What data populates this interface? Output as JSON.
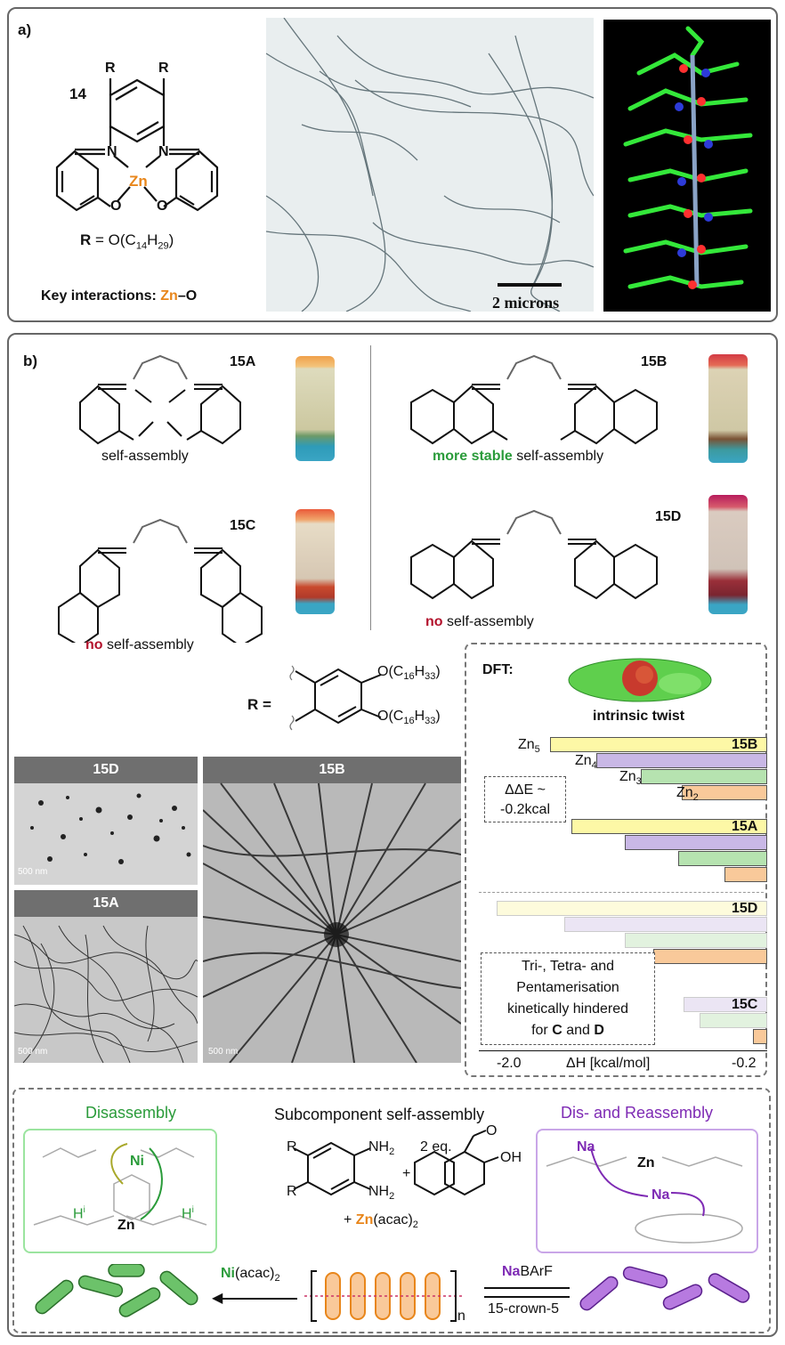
{
  "panel_a": {
    "label": "a)",
    "compound_number": "14",
    "r_sub_1": "R",
    "r_sub_2": "R",
    "atom_n1": "N",
    "atom_n2": "N",
    "atom_o1": "O",
    "atom_o2": "O",
    "atom_zn": "Zn",
    "r_def_prefix": "R",
    "r_def_eq": " = O(C",
    "r_def_sub1": "14",
    "r_def_mid": "H",
    "r_def_sub2": "29",
    "r_def_end": ")",
    "key_label": "Key interactions: ",
    "key_zn": "Zn",
    "key_o": "–O",
    "scale_label": "2 microns"
  },
  "panel_b": {
    "label": "b)",
    "c15A": "15A",
    "c15B": "15B",
    "c15C": "15C",
    "c15D": "15D",
    "cap_15A": "self-assembly",
    "cap_15B_hl": "more stable",
    "cap_15B_rest": " self-assembly",
    "cap_15C_hl": "no",
    "cap_15C_rest": " self-assembly",
    "cap_15D_hl": "no",
    "cap_15D_rest": " self-assembly",
    "r_label": "R =",
    "r_sub_a": "O(C",
    "r_sub_16": "16",
    "r_sub_h": "H",
    "r_sub_33": "33",
    "r_sub_close": ")",
    "tem_15D": "15D",
    "tem_15A": "15A",
    "tem_15B": "15B",
    "scale_500": "500 nm"
  },
  "dft": {
    "title": "DFT:",
    "twist": "intrinsic twist",
    "zn5": "Zn",
    "zn4": "Zn",
    "zn3": "Zn",
    "zn2": "Zn",
    "s5": "5",
    "s4": "4",
    "s3": "3",
    "s2": "2",
    "g15B": "15B",
    "g15A": "15A",
    "g15D": "15D",
    "g15C": "15C",
    "dde_line1": "ΔΔE ~",
    "dde_line2": "-0.2kcal",
    "hind_1": "Tri-, Tetra- and",
    "hind_2": "Pentamerisation",
    "hind_3": "kinetically hindered",
    "hind_4a": "for ",
    "hind_4b": "C",
    "hind_4c": " and ",
    "hind_4d": "D",
    "axis_left": "-2.0",
    "axis_mid": "ΔH [kcal/mol]",
    "axis_right": "-0.2",
    "colors": {
      "zn5": "#fdf8a6",
      "zn4": "#c9b8e6",
      "zn3": "#b6e3b0",
      "zn2": "#f9c99a"
    }
  },
  "panel_c": {
    "disassembly": "Disassembly",
    "subcomponent": "Subcomponent self-assembly",
    "reassembly": "Dis- and Reassembly",
    "amine1": "NH",
    "amine2": "NH",
    "sub2": "2",
    "r1": "R",
    "r2": "R",
    "eq": "2 eq.",
    "oh": "OH",
    "o_ald": "O",
    "plus": "+",
    "zn_plus": "+ ",
    "zn_zn": "Zn",
    "zn_acac": "(acac)",
    "ni_ni": "Ni",
    "ni_acac": "(acac)",
    "na_na": "Na",
    "na_barf": "BArF",
    "crown": "15-crown-5",
    "poly_n": "n",
    "na_ion": "Na",
    "ni_ion": "Ni",
    "zn_ion": "Zn",
    "hi": "H",
    "hi_sup": "i",
    "colors": {
      "green": "#2a9b3a",
      "purple": "#7e2ab4",
      "orange": "#e8861b"
    }
  }
}
